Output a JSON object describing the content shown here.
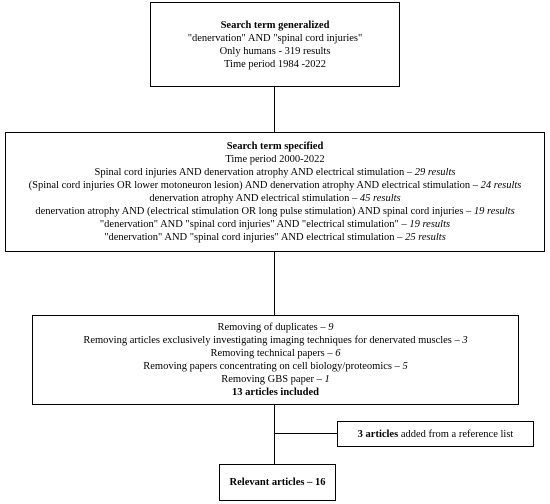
{
  "box1": {
    "title": "Search term generalized",
    "lines": [
      "\"denervation\" AND \"spinal cord injuries\"",
      "Only humans - 319 results",
      "Time period 1984 -2022"
    ]
  },
  "box2": {
    "title": "Search term specified",
    "period": "Time period 2000-2022",
    "rows": [
      {
        "text": "Spinal cord injuries AND denervation atrophy AND electrical stimulation – ",
        "result": "29 results"
      },
      {
        "text": "(Spinal cord injuries OR lower motoneuron lesion) AND denervation atrophy AND electrical stimulation – ",
        "result": "24 results"
      },
      {
        "text": "denervation atrophy AND electrical stimulation – ",
        "result": "45 results"
      },
      {
        "text": "denervation atrophy AND (electrical stimulation OR long pulse stimulation) AND spinal cord injuries – ",
        "result": "19 results"
      },
      {
        "text": "\"denervation\" AND \"spinal cord injuries\" AND \"electrical stimulation\" – ",
        "result": "19 results"
      },
      {
        "text": "\"denervation\" AND \"spinal cord injuries\" AND electrical stimulation – ",
        "result": "25 results"
      }
    ]
  },
  "box3": {
    "rows": [
      {
        "text": "Removing of duplicates – ",
        "count": "9"
      },
      {
        "text": "Removing articles exclusively investigating imaging techniques for denervated muscles – ",
        "count": "3"
      },
      {
        "text": "Removing technical papers – ",
        "count": "6"
      },
      {
        "text": "Removing papers concentrating on cell biology/proteomics – ",
        "count": "5"
      },
      {
        "text": "Removing GBS paper – ",
        "count": "1"
      }
    ],
    "included": "13 articles included"
  },
  "box4": {
    "bold": "3 articles",
    "text": " added from a reference list"
  },
  "box5": {
    "text": "Relevant articles – 16"
  }
}
